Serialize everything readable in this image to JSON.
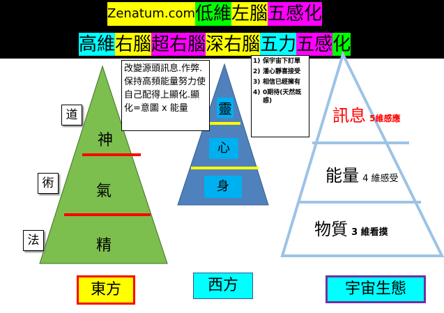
{
  "header": {
    "line1": [
      {
        "text": "Zenatum.com",
        "bg": "#ffff00"
      },
      {
        "text": "低維",
        "bg": "#00ff00"
      },
      {
        "text": "左腦",
        "bg": "#ffff00"
      },
      {
        "text": "五感化",
        "bg": "#ff00ff"
      }
    ],
    "line2": [
      {
        "text": "高維",
        "bg": "#00ffff"
      },
      {
        "text": "右腦",
        "bg": "#ffff00"
      },
      {
        "text": "超右腦",
        "bg": "#ff00ff"
      },
      {
        "text": "深右腦",
        "bg": "#ffff00"
      },
      {
        "text": "五力",
        "bg": "#00ffff"
      },
      {
        "text": "五感",
        "bg": "#ff00ff"
      },
      {
        "text": "化",
        "bg": "#00ff00"
      }
    ]
  },
  "note": "改變源頭訊息.作弊.保持高頻能量努力使自己配得上顯化.顯化=意圖 x 能量",
  "list": {
    "items": [
      {
        "num": "1)",
        "text": "保宇宙下訂單"
      },
      {
        "num": "2)",
        "text": "潘心靜喜接受"
      },
      {
        "num": "3)",
        "text": "相信已經擁有"
      },
      {
        "num": "4)",
        "text": "0期待(天然既感)"
      }
    ]
  },
  "east": {
    "side_labels": [
      "道",
      "術",
      "法"
    ],
    "levels": [
      "神",
      "氣",
      "精"
    ],
    "caption": "東方",
    "fill": "#7dbf4f",
    "divider_color": "#ff0000",
    "caption_bg": "#ffff00",
    "caption_border": "#ff0000"
  },
  "west": {
    "levels": [
      "靈",
      "心",
      "身"
    ],
    "caption": "西方",
    "fill": "#4f81bd",
    "divider_color": "#ffff00",
    "label_bg": "#00b0f0",
    "caption_bg": "#00ffff"
  },
  "universe": {
    "levels": [
      {
        "main": "訊息",
        "sub": "5維感應",
        "color": "#ff0000"
      },
      {
        "main": "能量",
        "sub": "4 維感受",
        "color": "#000000"
      },
      {
        "main": "物質",
        "sub": "3 維看摸",
        "color": "#000000"
      }
    ],
    "caption": "宇宙生態",
    "outline": "#9dc3e6",
    "caption_bg": "#00ffff",
    "caption_border": "#7030a0"
  }
}
